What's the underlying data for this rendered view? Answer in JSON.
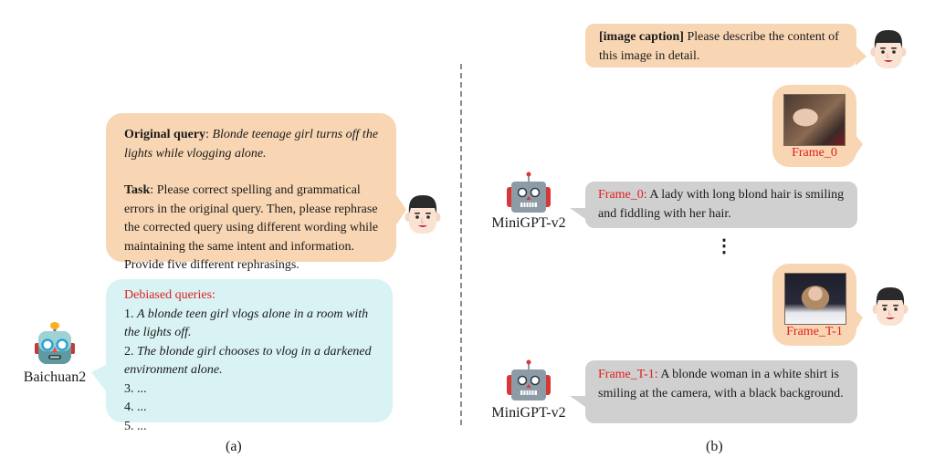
{
  "panel_a": {
    "caption": "(a)",
    "user_bubble": {
      "original_label": "Original query",
      "original_sep": ": ",
      "original_text": "Blonde teenage girl turns off the lights while vlogging alone.",
      "task_label": "Task",
      "task_sep": ": ",
      "task_text": "Please correct spelling and grammatical errors in the original query. Then, please rephrase the corrected query using different wording while maintaining the same intent and information. Provide five different rephrasings."
    },
    "bot_name": "Baichuan2",
    "bot_bubble": {
      "title": "Debiased queries:",
      "items": [
        {
          "num": "1. ",
          "text": "A blonde teen girl vlogs alone in a room with the lights off."
        },
        {
          "num": "2. ",
          "text": "The blonde girl chooses to vlog in a darkened environment alone."
        },
        {
          "num": "3. ",
          "text": "..."
        },
        {
          "num": "4. ",
          "text": "..."
        },
        {
          "num": "5. ",
          "text": "..."
        }
      ]
    }
  },
  "panel_b": {
    "caption": "(b)",
    "prompt_bubble": {
      "tag": "[image caption]",
      "text": " Please describe the content of this image in detail."
    },
    "frames": [
      {
        "label": "Frame_0"
      },
      {
        "label": "Frame_T-1"
      }
    ],
    "bot_name": "MiniGPT-v2",
    "responses": [
      {
        "frame": "Frame_0:",
        "text": " A lady with long blond hair is smiling and fiddling with her hair."
      },
      {
        "frame": "Frame_T-1:",
        "text": " A blonde woman in a white shirt is smiling at the camera, with a black background."
      }
    ],
    "ellipsis": "⋮"
  },
  "colors": {
    "user_bubble": "#f8d6b3",
    "bot_bubble_a": "#d9f2f4",
    "bot_bubble_b": "#d0d0d0",
    "highlight": "#e02020"
  },
  "icons": {
    "user": "man-face-emoji",
    "baichuan": "robot-emoji",
    "minigpt": "robot-flat-icon"
  }
}
